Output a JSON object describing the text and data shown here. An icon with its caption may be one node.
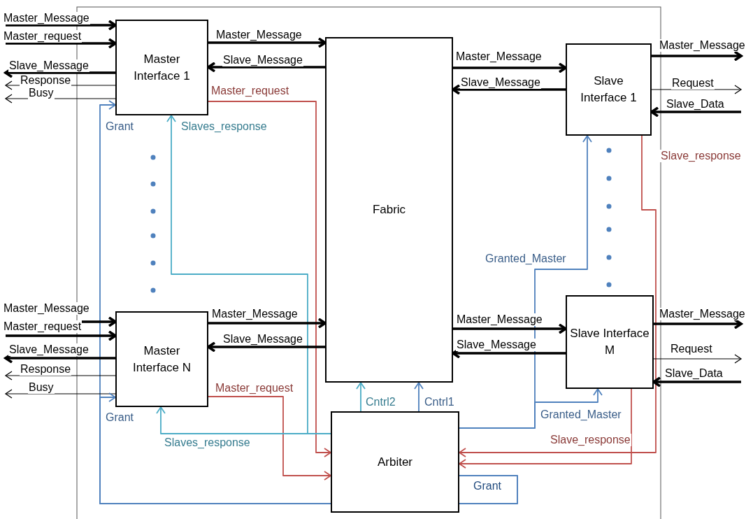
{
  "diagram": {
    "nodes": [
      {
        "text": [
          "Master Interface 1"
        ]
      },
      {
        "text": [
          "Master Interface N"
        ]
      },
      {
        "text": [
          "Fabric"
        ]
      },
      {
        "text": [
          "Slave Interface 1"
        ]
      },
      {
        "text": [
          "Slave Interface M"
        ]
      },
      {
        "text": [
          "Arbiter"
        ]
      }
    ],
    "edges": [
      {
        "from": null,
        "to": 0,
        "arrow": "to",
        "label": "Master_Message",
        "style": "thick"
      },
      {
        "from": null,
        "to": 0,
        "arrow": "to",
        "label": "Master_request",
        "style": "thick"
      },
      {
        "from": 0,
        "to": null,
        "arrow": "to",
        "label": "Slave_Message",
        "style": "thick"
      },
      {
        "from": 0,
        "to": null,
        "arrow": "to",
        "label": "Response"
      },
      {
        "from": 0,
        "to": null,
        "arrow": "to",
        "label": "Busy"
      },
      {
        "from": 0,
        "to": 2,
        "arrow": "to",
        "label": "Master_Message",
        "style": "thick"
      },
      {
        "from": 2,
        "to": 0,
        "arrow": "to",
        "label": "Slave_Message",
        "style": "thick"
      },
      {
        "from": 0,
        "to": 5,
        "arrow": "to",
        "label": "Master_request",
        "color": "#c0504d"
      },
      {
        "from": 5,
        "to": 0,
        "arrow": "to",
        "label": "Grant",
        "color": "#4f81bd"
      },
      {
        "from": 5,
        "to": 0,
        "arrow": "to",
        "label": "Slaves_response",
        "color": "#4bacc6"
      },
      {
        "from": null,
        "to": 1,
        "arrow": "to",
        "label": "Master_Message",
        "style": "thick"
      },
      {
        "from": null,
        "to": 1,
        "arrow": "to",
        "label": "Master_request",
        "style": "thick"
      },
      {
        "from": 1,
        "to": null,
        "arrow": "to",
        "label": "Slave_Message",
        "style": "thick"
      },
      {
        "from": 1,
        "to": null,
        "arrow": "to",
        "label": "Response"
      },
      {
        "from": 1,
        "to": null,
        "arrow": "to",
        "label": "Busy"
      },
      {
        "from": 1,
        "to": 2,
        "arrow": "to",
        "label": "Master_Message",
        "style": "thick"
      },
      {
        "from": 2,
        "to": 1,
        "arrow": "to",
        "label": "Slave_Message",
        "style": "thick"
      },
      {
        "from": 1,
        "to": 5,
        "arrow": "to",
        "label": "Master_request",
        "color": "#c0504d"
      },
      {
        "from": 5,
        "to": 1,
        "arrow": "to",
        "label": "Grant",
        "color": "#4f81bd"
      },
      {
        "from": 5,
        "to": 1,
        "arrow": "to",
        "label": "Slaves_response",
        "color": "#4bacc6"
      },
      {
        "from": 2,
        "to": 3,
        "arrow": "to",
        "label": "Master_Message",
        "style": "thick"
      },
      {
        "from": 3,
        "to": 2,
        "arrow": "to",
        "label": "Slave_Message",
        "style": "thick"
      },
      {
        "from": 3,
        "to": null,
        "arrow": "to",
        "label": "Master_Message",
        "style": "thick"
      },
      {
        "from": 3,
        "to": null,
        "arrow": "to",
        "label": "Request"
      },
      {
        "from": null,
        "to": 3,
        "arrow": "to",
        "label": "Slave_Data",
        "style": "thick"
      },
      {
        "from": 3,
        "to": 5,
        "arrow": "to",
        "label": "Slave_response",
        "color": "#c0504d"
      },
      {
        "from": 5,
        "to": 3,
        "arrow": "to",
        "label": "Granted_Master",
        "color": "#4f81bd"
      },
      {
        "from": 2,
        "to": 4,
        "arrow": "to",
        "label": "Master_Message",
        "style": "thick"
      },
      {
        "from": 4,
        "to": 2,
        "arrow": "to",
        "label": "Slave_Message",
        "style": "thick"
      },
      {
        "from": 4,
        "to": null,
        "arrow": "to",
        "label": "Master_Message",
        "style": "thick"
      },
      {
        "from": 4,
        "to": null,
        "arrow": "to",
        "label": "Request"
      },
      {
        "from": null,
        "to": 4,
        "arrow": "to",
        "label": "Slave_Data",
        "style": "thick"
      },
      {
        "from": 4,
        "to": 5,
        "arrow": "to",
        "label": "Slave_response",
        "color": "#c0504d"
      },
      {
        "from": 5,
        "to": 4,
        "arrow": "to",
        "label": "Granted_Master",
        "color": "#4f81bd"
      },
      {
        "from": 5,
        "to": 2,
        "arrow": "to",
        "label": "Cntrl2",
        "color": "#4bacc6"
      },
      {
        "from": 5,
        "to": 2,
        "arrow": "to",
        "label": "Cntrl1",
        "color": "#4f81bd"
      }
    ],
    "labels": [
      "Grant"
    ]
  }
}
